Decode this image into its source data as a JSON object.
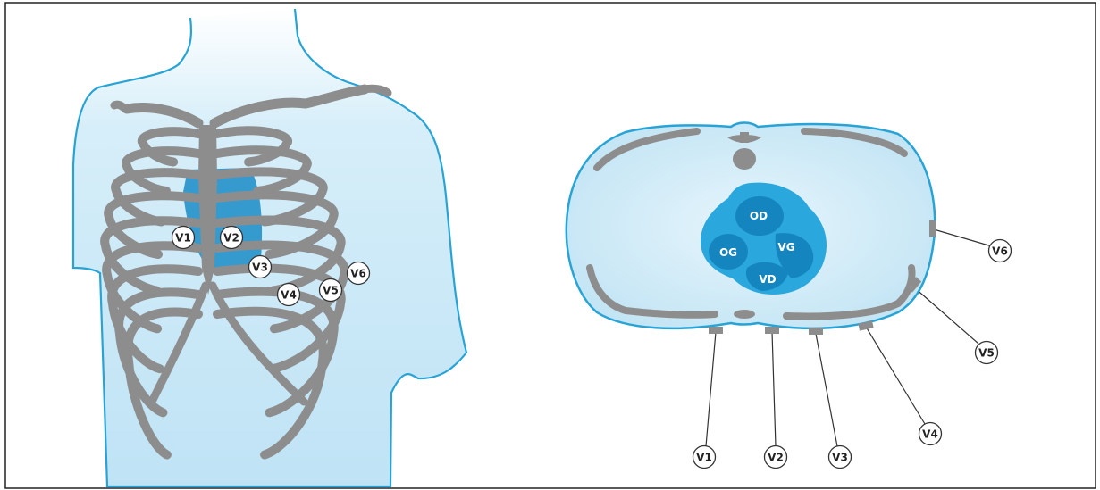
{
  "chest_view": {
    "electrodes": [
      {
        "id": "V1",
        "label": "V1"
      },
      {
        "id": "V2",
        "label": "V2"
      },
      {
        "id": "V3",
        "label": "V3"
      },
      {
        "id": "V4",
        "label": "V4"
      },
      {
        "id": "V5",
        "label": "V5"
      },
      {
        "id": "V6",
        "label": "V6"
      }
    ]
  },
  "cross_section": {
    "chambers": [
      {
        "id": "OD",
        "label": "OD"
      },
      {
        "id": "OG",
        "label": "OG"
      },
      {
        "id": "VG",
        "label": "VG"
      },
      {
        "id": "VD",
        "label": "VD"
      }
    ],
    "electrodes": [
      {
        "id": "V1",
        "label": "V1"
      },
      {
        "id": "V2",
        "label": "V2"
      },
      {
        "id": "V3",
        "label": "V3"
      },
      {
        "id": "V4",
        "label": "V4"
      },
      {
        "id": "V5",
        "label": "V5"
      },
      {
        "id": "V6",
        "label": "V6"
      }
    ]
  },
  "colors": {
    "skin": "#cde9f7",
    "outline": "#27a3d6",
    "bone": "#8d8d8d",
    "heart_light": "#2aa7dd",
    "heart_dark": "#1585c0",
    "electrode_pad": "#8d8d8d"
  }
}
